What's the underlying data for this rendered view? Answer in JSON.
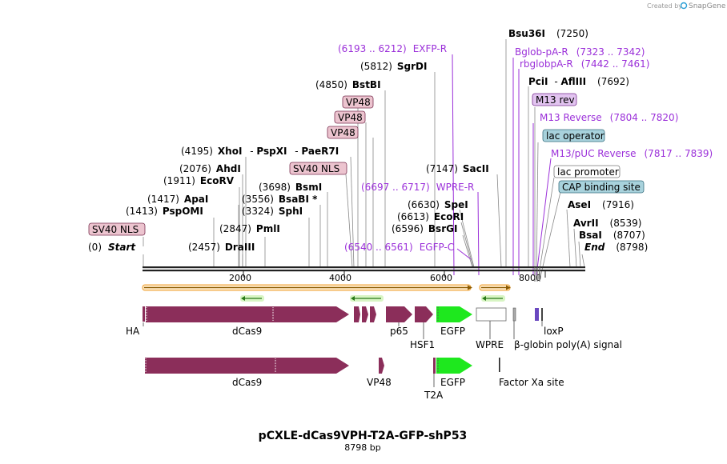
{
  "header": {
    "created_by": "Created by",
    "brand": "SnapGene"
  },
  "map": {
    "title": "pCXLE-dCas9VPH-T2A-GFP-shP53",
    "length": "8798 bp",
    "ticks": [
      "2000",
      "4000",
      "6000",
      "8000"
    ],
    "sites": {
      "start": {
        "pos": "(0)",
        "name": "Start"
      },
      "end": {
        "pos": "(8798)",
        "name": "End"
      },
      "psp": {
        "pos": "(1413)",
        "name": "PspOMI"
      },
      "apa": {
        "pos": "(1417)",
        "name": "ApaI"
      },
      "ecorv": {
        "pos": "(1911)",
        "name": "EcoRV"
      },
      "ahd": {
        "pos": "(2076)",
        "name": "AhdI"
      },
      "xho": {
        "pos": "(4195)",
        "name": "XhoI",
        "alt1": "PspXI",
        "alt2": "PaeR7I"
      },
      "dra": {
        "pos": "(2457)",
        "name": "DraIII"
      },
      "pml": {
        "pos": "(2847)",
        "name": "PmlI"
      },
      "sph": {
        "pos": "(3324)",
        "name": "SphI"
      },
      "bsab": {
        "pos": "(3556)",
        "name": "BsaBI *"
      },
      "bsm": {
        "pos": "(3698)",
        "name": "BsmI"
      },
      "bst": {
        "pos": "(4850)",
        "name": "BstBI"
      },
      "sgr": {
        "pos": "(5812)",
        "name": "SgrDI"
      },
      "sac": {
        "pos": "(7147)",
        "name": "SacII"
      },
      "spe": {
        "pos": "(6630)",
        "name": "SpeI"
      },
      "ecori": {
        "pos": "(6613)",
        "name": "EcoRI"
      },
      "bsrg": {
        "pos": "(6596)",
        "name": "BsrGI"
      },
      "bsu": {
        "name": "Bsu36I",
        "pos": "(7250)"
      },
      "pcl": {
        "name": "PciI",
        "alt": "AflIII",
        "pos": "(7692)"
      },
      "ase": {
        "name": "AseI",
        "pos": "(7916)"
      },
      "avr": {
        "name": "AvrII",
        "pos": "(8539)"
      },
      "bsa": {
        "name": "BsaI",
        "pos": "(8707)"
      }
    },
    "primers": {
      "exfp": {
        "range": "(6193 .. 6212)",
        "name": "EXFP-R"
      },
      "wpre": {
        "range": "(6697 .. 6717)",
        "name": "WPRE-R"
      },
      "egfpc": {
        "range": "(6540 .. 6561)",
        "name": "EGFP-C"
      },
      "bglob": {
        "name": "Bglob-pA-R",
        "range": "(7323 .. 7342)"
      },
      "rbglob": {
        "name": "rbglobpA-R",
        "range": "(7442 .. 7461)"
      },
      "m13rev": {
        "name": "M13 Reverse",
        "range": "(7804 .. 7820)"
      },
      "m13puc": {
        "name": "M13/pUC Reverse",
        "range": "(7817 .. 7839)"
      }
    },
    "boxes": {
      "sv40_left": "SV40 NLS",
      "sv40_mid": "SV40 NLS",
      "vp48a": "VP48",
      "vp48b": "VP48",
      "vp48c": "VP48",
      "m13rev": "M13 rev",
      "lacop": "lac operator",
      "lacprom": "lac promoter",
      "cap": "CAP binding site"
    },
    "features": {
      "ha": "HA",
      "dcas9": "dCas9",
      "p65": "p65",
      "hsf1": "HSF1",
      "egfp": "EGFP",
      "wpre": "WPRE",
      "bglobin": "β-globin poly(A) signal",
      "loxp": "loxP",
      "dcas9_2": "dCas9",
      "vp48": "VP48",
      "t2a": "T2A",
      "egfp2": "EGFP",
      "factorxa": "Factor Xa site"
    },
    "colors": {
      "feature": "#8b2e5a",
      "egfp": "#1ee81e",
      "primer": "#9b30d9",
      "orf_bar": "#f0a030",
      "orf_arrow": "#3aa02a",
      "sv40_fill": "#ecc4cf",
      "lac_fill": "#a8d2dc"
    }
  }
}
